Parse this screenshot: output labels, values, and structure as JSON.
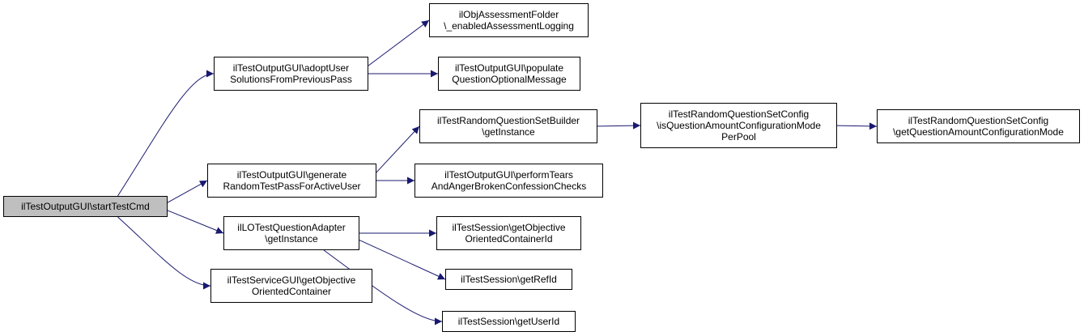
{
  "colors": {
    "edge": "#191970",
    "root_fill": "#bfbfbf",
    "node_fill": "#ffffff",
    "border": "#000000"
  },
  "nodes": {
    "start": "ilTestOutputGUI\\startTestCmd",
    "adopt": "ilTestOutputGUI\\adoptUser\nSolutionsFromPreviousPass",
    "generate": "ilTestOutputGUI\\generate\nRandomTestPassForActiveUser",
    "lo_adapter": "ilLOTestQuestionAdapter\n\\getInstance",
    "service": "ilTestServiceGUI\\getObjective\nOrientedContainer",
    "obj_folder": "ilObjAssessmentFolder\n\\_enabledAssessmentLogging",
    "populate": "ilTestOutputGUI\\populate\nQuestionOptionalMessage",
    "set_builder": "ilTestRandomQuestionSetBuilder\n\\getInstance",
    "tears": "ilTestOutputGUI\\performTears\nAndAngerBrokenConfessionChecks",
    "session_objective": "ilTestSession\\getObjective\nOrientedContainerId",
    "session_ref": "ilTestSession\\getRefId",
    "session_user": "ilTestSession\\getUserId",
    "config_mode_per_pool": "ilTestRandomQuestionSetConfig\n\\isQuestionAmountConfigurationMode\nPerPool",
    "config_get_mode": "ilTestRandomQuestionSetConfig\n\\getQuestionAmountConfigurationMode"
  },
  "edges": [
    [
      "start",
      "adopt"
    ],
    [
      "start",
      "generate"
    ],
    [
      "start",
      "lo_adapter"
    ],
    [
      "start",
      "service"
    ],
    [
      "adopt",
      "obj_folder"
    ],
    [
      "adopt",
      "populate"
    ],
    [
      "generate",
      "set_builder"
    ],
    [
      "generate",
      "tears"
    ],
    [
      "set_builder",
      "config_mode_per_pool"
    ],
    [
      "config_mode_per_pool",
      "config_get_mode"
    ],
    [
      "lo_adapter",
      "session_objective"
    ],
    [
      "lo_adapter",
      "session_ref"
    ],
    [
      "lo_adapter",
      "session_user"
    ]
  ]
}
